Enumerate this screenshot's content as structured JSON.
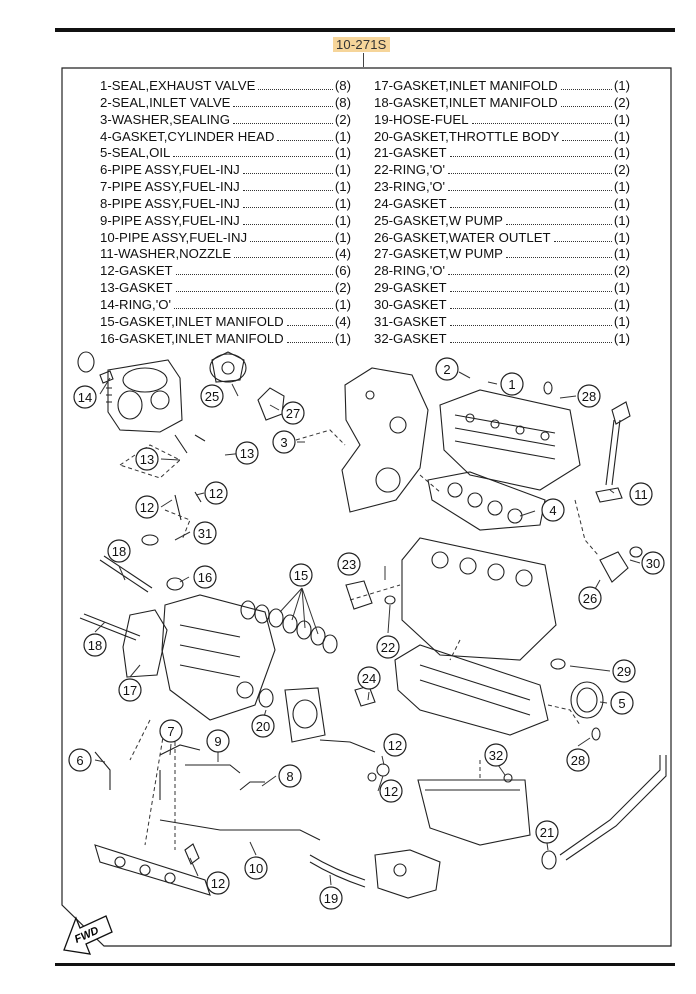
{
  "ref_code": "10-271S",
  "parts_left": [
    {
      "name": "1-SEAL,EXHAUST VALVE",
      "qty": "(8)"
    },
    {
      "name": "2-SEAL,INLET VALVE",
      "qty": "(8)"
    },
    {
      "name": "3-WASHER,SEALING",
      "qty": "(2)"
    },
    {
      "name": "4-GASKET,CYLINDER HEAD",
      "qty": "(1)"
    },
    {
      "name": "5-SEAL,OIL",
      "qty": "(1)"
    },
    {
      "name": "6-PIPE ASSY,FUEL-INJ",
      "qty": "(1)"
    },
    {
      "name": "7-PIPE ASSY,FUEL-INJ",
      "qty": "(1)"
    },
    {
      "name": "8-PIPE ASSY,FUEL-INJ",
      "qty": "(1)"
    },
    {
      "name": "9-PIPE ASSY,FUEL-INJ",
      "qty": "(1)"
    },
    {
      "name": "10-PIPE ASSY,FUEL-INJ",
      "qty": "(1)"
    },
    {
      "name": "11-WASHER,NOZZLE",
      "qty": "(4)"
    },
    {
      "name": "12-GASKET",
      "qty": "(6)"
    },
    {
      "name": "13-GASKET",
      "qty": "(2)"
    },
    {
      "name": "14-RING,'O'",
      "qty": "(1)"
    },
    {
      "name": "15-GASKET,INLET MANIFOLD",
      "qty": "(4)"
    },
    {
      "name": "16-GASKET,INLET MANIFOLD",
      "qty": "(1)"
    }
  ],
  "parts_right": [
    {
      "name": "17-GASKET,INLET MANIFOLD",
      "qty": "(1)"
    },
    {
      "name": "18-GASKET,INLET MANIFOLD",
      "qty": "(2)"
    },
    {
      "name": "19-HOSE-FUEL",
      "qty": "(1)"
    },
    {
      "name": "20-GASKET,THROTTLE BODY",
      "qty": "(1)"
    },
    {
      "name": "21-GASKET",
      "qty": "(1)"
    },
    {
      "name": "22-RING,'O'",
      "qty": "(2)"
    },
    {
      "name": "23-RING,'O'",
      "qty": "(1)"
    },
    {
      "name": "24-GASKET",
      "qty": "(1)"
    },
    {
      "name": "25-GASKET,W PUMP",
      "qty": "(1)"
    },
    {
      "name": "26-GASKET,WATER OUTLET",
      "qty": "(1)"
    },
    {
      "name": "27-GASKET,W PUMP",
      "qty": "(1)"
    },
    {
      "name": "28-RING,'O'",
      "qty": "(2)"
    },
    {
      "name": "29-GASKET",
      "qty": "(1)"
    },
    {
      "name": "30-GASKET",
      "qty": "(1)"
    },
    {
      "name": "31-GASKET",
      "qty": "(1)"
    },
    {
      "name": "32-GASKET",
      "qty": "(1)"
    }
  ],
  "callouts": [
    {
      "label": "1"
    },
    {
      "label": "2"
    },
    {
      "label": "28"
    },
    {
      "label": "14"
    },
    {
      "label": "25"
    },
    {
      "label": "27"
    },
    {
      "label": "3"
    },
    {
      "label": "13"
    },
    {
      "label": "13"
    },
    {
      "label": "4"
    },
    {
      "label": "11"
    },
    {
      "label": "12"
    },
    {
      "label": "12"
    },
    {
      "label": "31"
    },
    {
      "label": "18"
    },
    {
      "label": "16"
    },
    {
      "label": "15"
    },
    {
      "label": "23"
    },
    {
      "label": "30"
    },
    {
      "label": "26"
    },
    {
      "label": "18"
    },
    {
      "label": "22"
    },
    {
      "label": "17"
    },
    {
      "label": "24"
    },
    {
      "label": "29"
    },
    {
      "label": "5"
    },
    {
      "label": "20"
    },
    {
      "label": "7"
    },
    {
      "label": "9"
    },
    {
      "label": "6"
    },
    {
      "label": "8"
    },
    {
      "label": "12"
    },
    {
      "label": "12"
    },
    {
      "label": "32"
    },
    {
      "label": "28"
    },
    {
      "label": "21"
    },
    {
      "label": "10"
    },
    {
      "label": "12"
    },
    {
      "label": "19"
    }
  ],
  "fwd_label": "FWD",
  "colors": {
    "line": "#222222",
    "highlight": "#f6d59a"
  }
}
